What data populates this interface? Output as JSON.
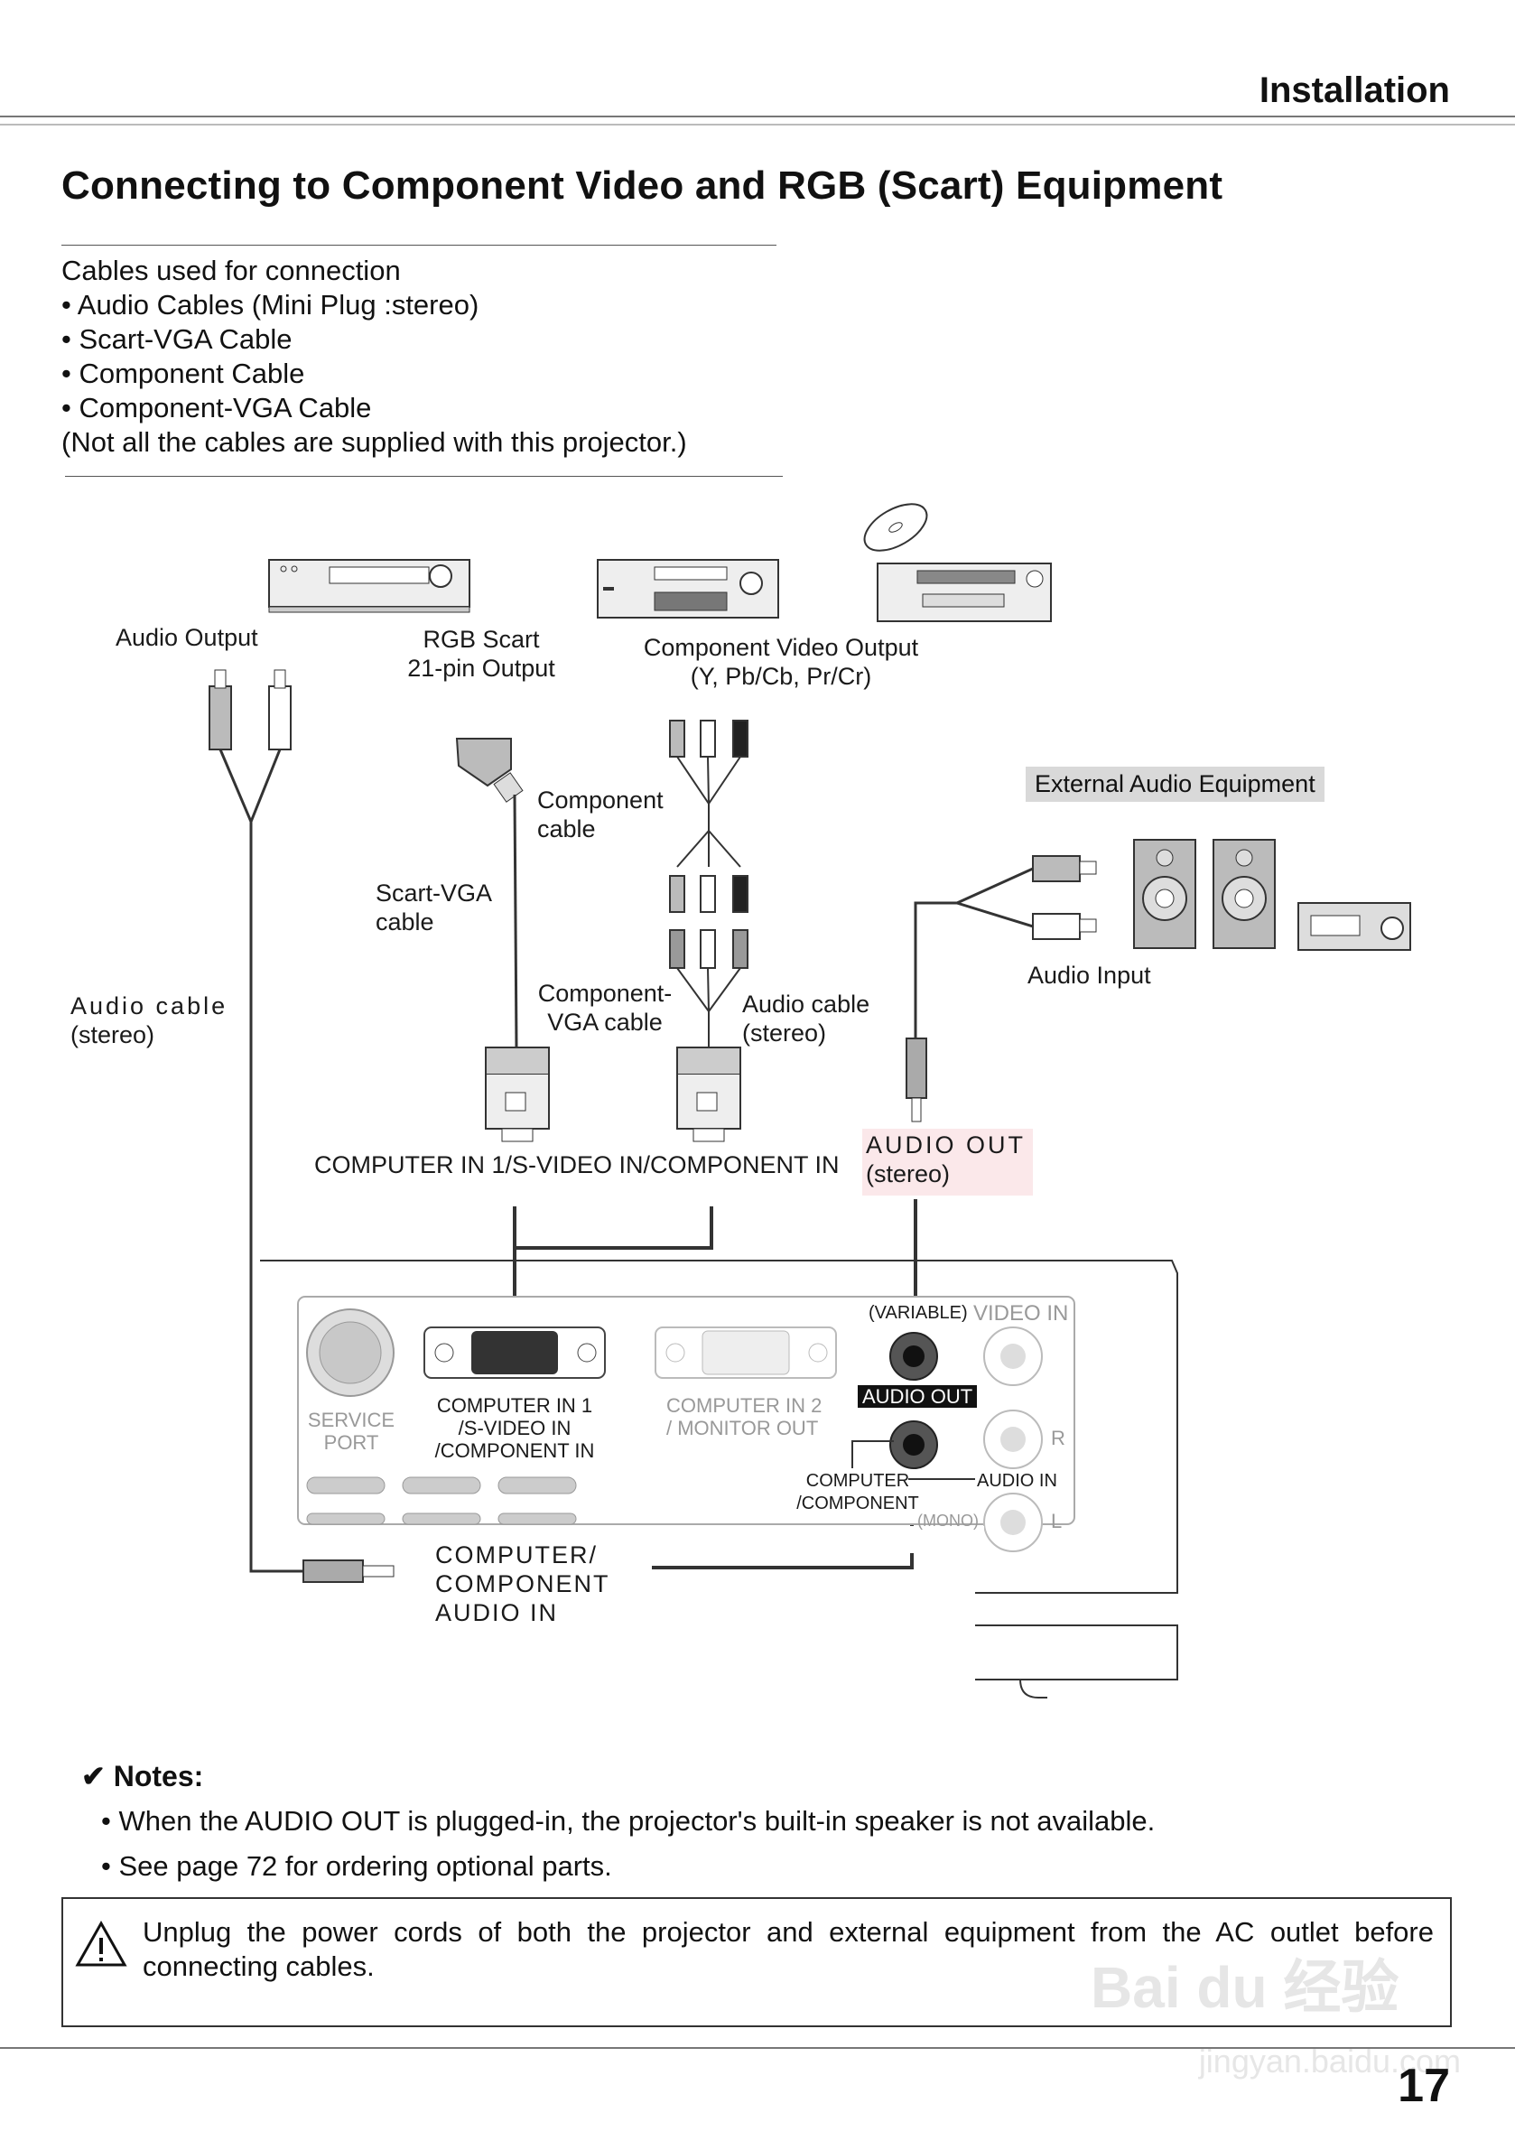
{
  "header": {
    "section": "Installation"
  },
  "title": "Connecting to Component Video and RGB (Scart) Equipment",
  "cables": {
    "heading": "Cables used for connection",
    "items": [
      "Audio Cables (Mini Plug :stereo)",
      "Scart-VGA Cable",
      "Component Cable",
      "Component-VGA Cable"
    ],
    "note": "(Not all the cables are supplied with this projector.)"
  },
  "diagram": {
    "audio_output": "Audio Output",
    "rgb_scart_1": "RGB Scart",
    "rgb_scart_2": "21-pin Output",
    "component_video_1": "Component Video Output",
    "component_video_2": "(Y, Pb/Cb, Pr/Cr)",
    "component_cable_1": "Component",
    "component_cable_2": "cable",
    "scart_vga_1": "Scart-VGA",
    "scart_vga_2": "cable",
    "external_audio": "External Audio Equipment",
    "audio_input": "Audio Input",
    "audio_cable_left_1": "Audio cable",
    "audio_cable_left_2": "(stereo)",
    "component_vga_1": "Component-",
    "component_vga_2": "VGA cable",
    "audio_cable_mid_1": "Audio cable",
    "audio_cable_mid_2": "(stereo)",
    "audio_out_1": "AUDIO OUT",
    "audio_out_2": "(stereo)",
    "computer_in_label": "COMPUTER IN 1/S-VIDEO IN/COMPONENT IN",
    "panel": {
      "variable": "(VARIABLE)",
      "video_in": "VIDEO IN",
      "service_port_1": "SERVICE",
      "service_port_2": "PORT",
      "computer_in1_1": "COMPUTER IN 1",
      "computer_in1_2": "/S-VIDEO IN",
      "computer_in1_3": "/COMPONENT IN",
      "computer_in2_1": "COMPUTER IN 2",
      "computer_in2_2": "/  MONITOR OUT",
      "audio_out": "AUDIO OUT",
      "r": "R",
      "l": "L",
      "audio_in": "AUDIO IN",
      "computer_comp_1": "COMPUTER",
      "computer_comp_2": "/COMPONENT",
      "mono": "(MONO)"
    },
    "computer_audio_in_1": "COMPUTER/",
    "computer_audio_in_2": "COMPONENT",
    "computer_audio_in_3": "AUDIO IN"
  },
  "notes": {
    "heading": "✔ Notes:",
    "items": [
      "When the AUDIO OUT is plugged-in, the projector's built-in speaker is not available.",
      "See page 72 for ordering optional parts."
    ]
  },
  "warning": "Unplug the power cords of both the projector and external equipment from the AC outlet before connecting cables.",
  "page_number": "17",
  "watermark": {
    "line1": "Bai du 经验",
    "line2": "jingyan.baidu.com"
  }
}
